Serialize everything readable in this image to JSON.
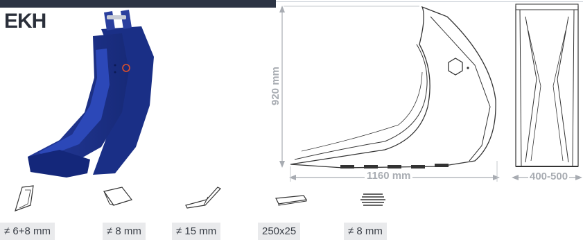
{
  "product": {
    "model_code": "EKH"
  },
  "dimensions": {
    "height": "920 mm",
    "width": "1160 mm",
    "front_width": "400-500"
  },
  "specs": [
    {
      "icon": "side-plate-icon",
      "label": "≠ 6+8 mm"
    },
    {
      "icon": "bottom-plate-icon",
      "label": "≠ 8 mm"
    },
    {
      "icon": "lip-plate-icon",
      "label": "≠ 15 mm"
    },
    {
      "icon": "wear-strip-icon",
      "label": "250x25"
    },
    {
      "icon": "plate-stack-icon",
      "label": "≠ 8 mm"
    }
  ],
  "colors": {
    "bucket": "#1f3a9a",
    "bucket_dark": "#152a73",
    "accent": "#2c3444",
    "drawing_line": "#333333",
    "dim_line": "#a8acb2"
  }
}
